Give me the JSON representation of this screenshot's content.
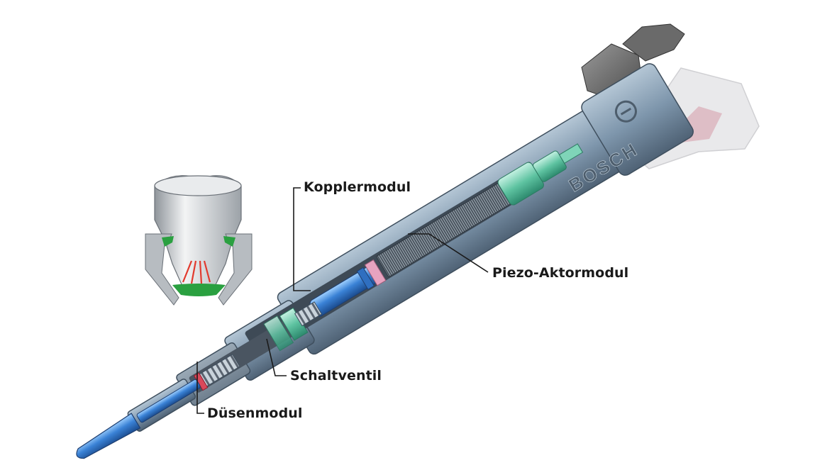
{
  "brand": "BOSCH",
  "labels": {
    "kopplermodul": "Kopplermodul",
    "piezo_aktormodul": "Piezo-Aktormodul",
    "schaltventil": "Schaltventil",
    "duesenmodul": "Düsenmodul"
  },
  "colors": {
    "housing": "#7e96ac",
    "housing_dark": "#56677a",
    "housing_light": "#a8bccc",
    "module_blue": "#2f6fc0",
    "module_green": "#5ec3a1",
    "seal_green": "#2aa040",
    "spray_red": "#e23a2e",
    "leader": "#1a1a1a"
  }
}
